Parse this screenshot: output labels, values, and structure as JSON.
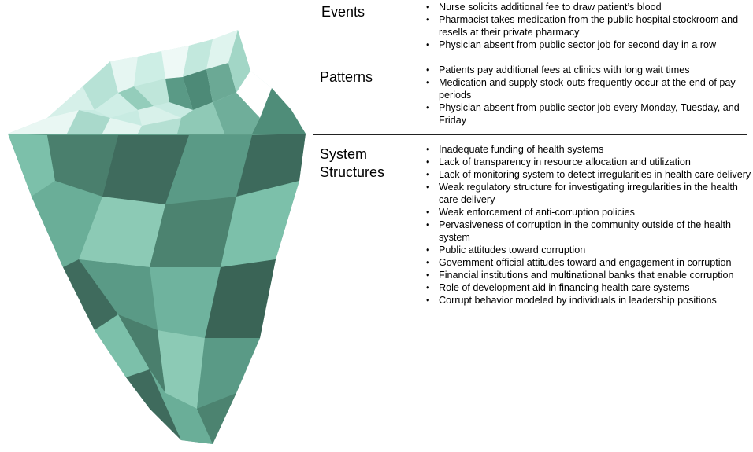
{
  "sections": {
    "events": {
      "heading": [
        "Events"
      ],
      "items": [
        "Nurse solicits additional fee to draw patient’s blood",
        "Pharmacist takes medication from the public hospital stockroom and resells at their private pharmacy",
        "Physician absent from public sector job for second day in a row"
      ]
    },
    "patterns": {
      "heading": [
        "Patterns"
      ],
      "items": [
        "Patients pay additional fees at clinics with long wait times",
        "Medication and supply stock-outs frequently occur at the end of pay periods",
        "Physician absent from public sector job every Monday, Tuesday, and Friday"
      ]
    },
    "structures": {
      "heading": [
        "System",
        "Structures"
      ],
      "items": [
        "Inadequate funding of health systems",
        "Lack of transparency in resource allocation and utilization",
        "Lack of monitoring system to detect irregularities in health care delivery",
        "Weak regulatory structure for investigating irregularities in the health care delivery",
        "Weak enforcement of anti-corruption policies",
        "Pervasiveness of corruption in the community outside of the health system",
        "Public attitudes toward corruption",
        "Government official attitudes toward and engagement in corruption",
        "Financial institutions and multinational banks that enable corruption",
        "Role of development aid in financing health care systems",
        "Corrupt behavior modeled by individuals in leadership positions"
      ]
    }
  },
  "colors": {
    "ice_light": "#d9f0ea",
    "ice_mid": "#a9d9cb",
    "water_dark": "#3f6b5d",
    "water_mid": "#5a9a86",
    "water_light": "#7cc0aa",
    "divider": "#222222"
  }
}
